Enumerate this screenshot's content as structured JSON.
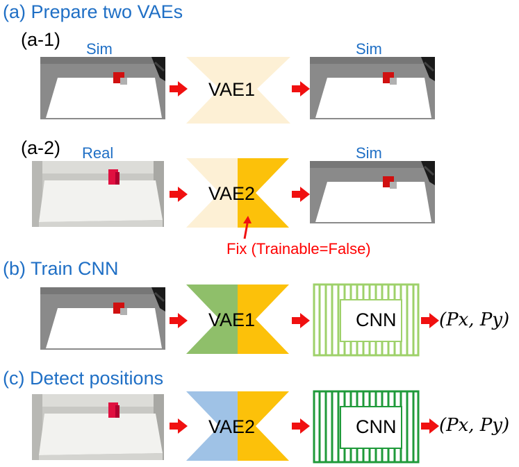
{
  "sections": {
    "a_title": "(a) Prepare two VAEs",
    "a1_label": "(a-1)",
    "a2_label": "(a-2)",
    "b_title": "(b) Train CNN",
    "c_title": "(c) Detect positions"
  },
  "images": {
    "sim": "Sim",
    "real": "Real"
  },
  "boxes": {
    "vae1": "VAE1",
    "vae2": "VAE2",
    "cnn": "CNN"
  },
  "annotation": {
    "fix": "Fix (Trainable=False)"
  },
  "outputs": {
    "b": "(Px, Py)",
    "c": "(Px, Py)"
  },
  "colors": {
    "vae_light": "#fdf0d5",
    "vae_orange": "#fcc10a",
    "vae_green": "#8fbf6a",
    "vae_blue": "#9fc2e6",
    "cnn_light_green": "#9ed16a",
    "cnn_dark_green": "#1f9a3a",
    "arrow_red": "#f01010",
    "title_blue": "#1f6fc5"
  }
}
